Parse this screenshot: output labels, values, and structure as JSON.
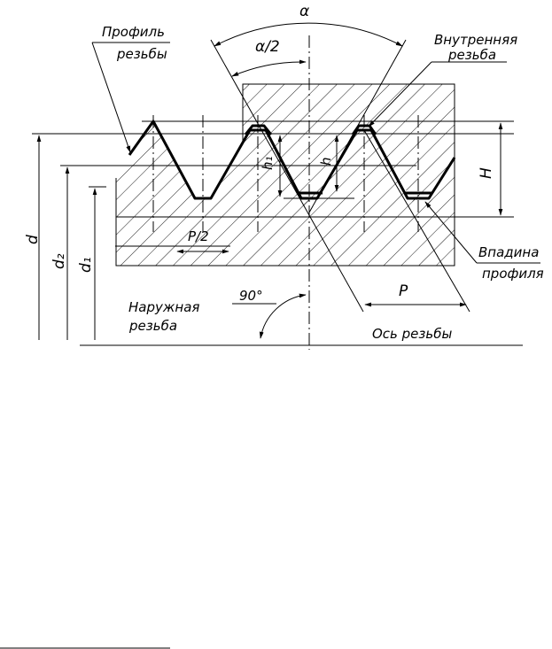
{
  "labels": {
    "profile_line1": "Профиль",
    "profile_line2": "резьбы",
    "alpha": "α",
    "half_alpha": "α/2",
    "internal_line1": "Внутренняя",
    "internal_line2": "резьба",
    "big_h": "H",
    "h1": "h₁",
    "h": "h",
    "half_pitch": "P/2",
    "root_line1": "Впадина",
    "root_line2": "профиля",
    "pitch": "P",
    "angle_90": "90°",
    "external_line1": "Наружная",
    "external_line2": "резьба",
    "axis": "Ось резьбы",
    "d": "d",
    "d2": "d₂",
    "d1": "d₁"
  }
}
